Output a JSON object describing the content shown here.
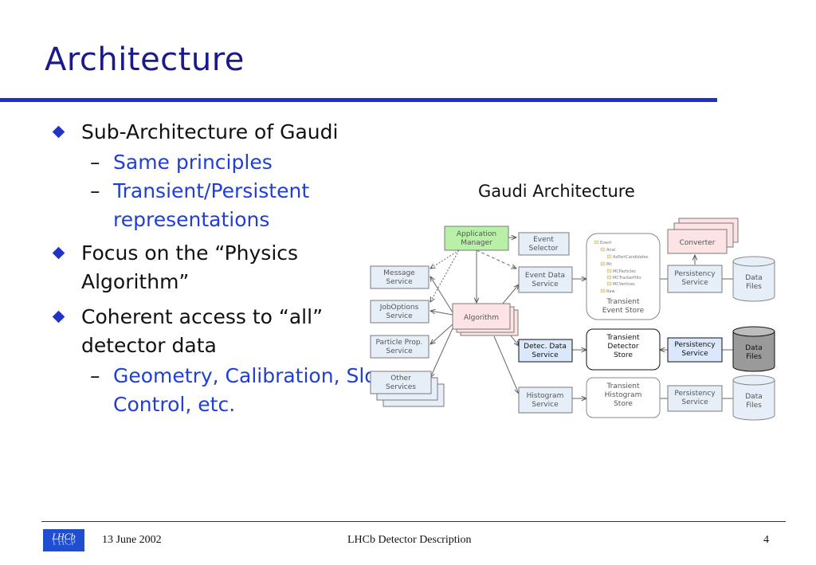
{
  "slide": {
    "title": "Architecture",
    "bullets": [
      {
        "text": "Sub-Architecture of Gaudi",
        "subs": [
          "Same principles",
          "Transient/Persistent representations"
        ]
      },
      {
        "text": "Focus on the “Physics Algorithm”",
        "subs": []
      },
      {
        "text": "Coherent access to “all” detector data",
        "subs": [
          "Geometry, Calibration, Slow Control, etc."
        ]
      }
    ]
  },
  "diagram": {
    "title": "Gaudi Architecture",
    "nodes": {
      "app_manager": "Application Manager",
      "event_selector": "Event Selector",
      "message_service": "Message Service",
      "joboptions_service": "JobOptions Service",
      "particle_prop_service": "Particle Prop. Service",
      "other_services": "Other Services",
      "algorithm": "Algorithm",
      "event_data_service": "Event Data Service",
      "detec_data_service": "Detec. Data Service",
      "histogram_service": "Histogram Service",
      "transient_event_store": "Transient Event Store",
      "transient_detector_store": "Transient Detector Store",
      "transient_histogram_store": "Transient Histogram Store",
      "converter": "Converter",
      "persistency_service_1": "Persistency Service",
      "persistency_service_2": "Persistency Service",
      "persistency_service_3": "Persistency Service",
      "data_files_1": "Data Files",
      "data_files_2": "Data Files",
      "data_files_3": "Data Files"
    },
    "tree": [
      "Event",
      "Anal",
      "AxPartCandidates",
      "Mc",
      "MCParticles",
      "MCTrackerHits",
      "MCVertices",
      "Raw"
    ],
    "colors": {
      "app_manager_fill": "#b9f0a8",
      "algorithm_fill": "#fde3e3",
      "service_fill": "#e6eef8",
      "highlight_fill": "#dbe8fb",
      "data_files_dark": "#9a9a9a",
      "data_files_light": "#e6eef8"
    }
  },
  "footer": {
    "logo": "LHCb",
    "date": "13 June 2002",
    "center": "LHCb Detector Description",
    "page": "4"
  }
}
